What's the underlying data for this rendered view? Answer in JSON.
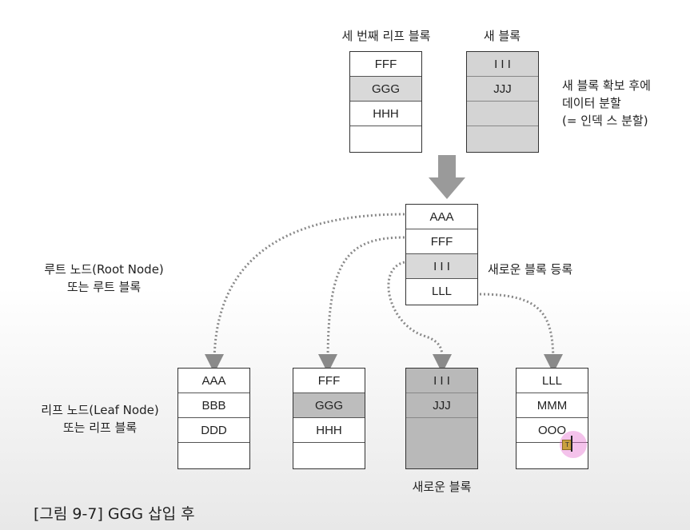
{
  "top": {
    "third_leaf_title": "세 번째 리프 블록",
    "third_leaf_cells": [
      "FFF",
      "GGG",
      "HHH",
      ""
    ],
    "new_block_title": "새 블록",
    "new_block_cells": [
      "I I I",
      "JJJ",
      "",
      ""
    ],
    "note_line1": "새 블록 확보  후에",
    "note_line2": "데이터 분할",
    "note_line3": "(= 인덱 스 분할)"
  },
  "root": {
    "cells": [
      "AAA",
      "FFF",
      "I I I",
      "LLL"
    ],
    "new_register_label": "새로운 블록 등록",
    "label_line1": "루트 노드(Root Node)",
    "label_line2": "또는 루트 블록"
  },
  "leaves": {
    "label_line1": "리프 노드(Leaf Node)",
    "label_line2": "또는 리프 블록",
    "leaf1": [
      "AAA",
      "BBB",
      "DDD",
      ""
    ],
    "leaf2": [
      "FFF",
      "GGG",
      "HHH",
      ""
    ],
    "leaf3": [
      "I I I",
      "JJJ",
      "",
      ""
    ],
    "leaf4": [
      "LLL",
      "MMM",
      "OOO",
      ""
    ],
    "new_block_label": "새로운 블록"
  },
  "caption": "[그림 9-7] GGG 삽입 후"
}
